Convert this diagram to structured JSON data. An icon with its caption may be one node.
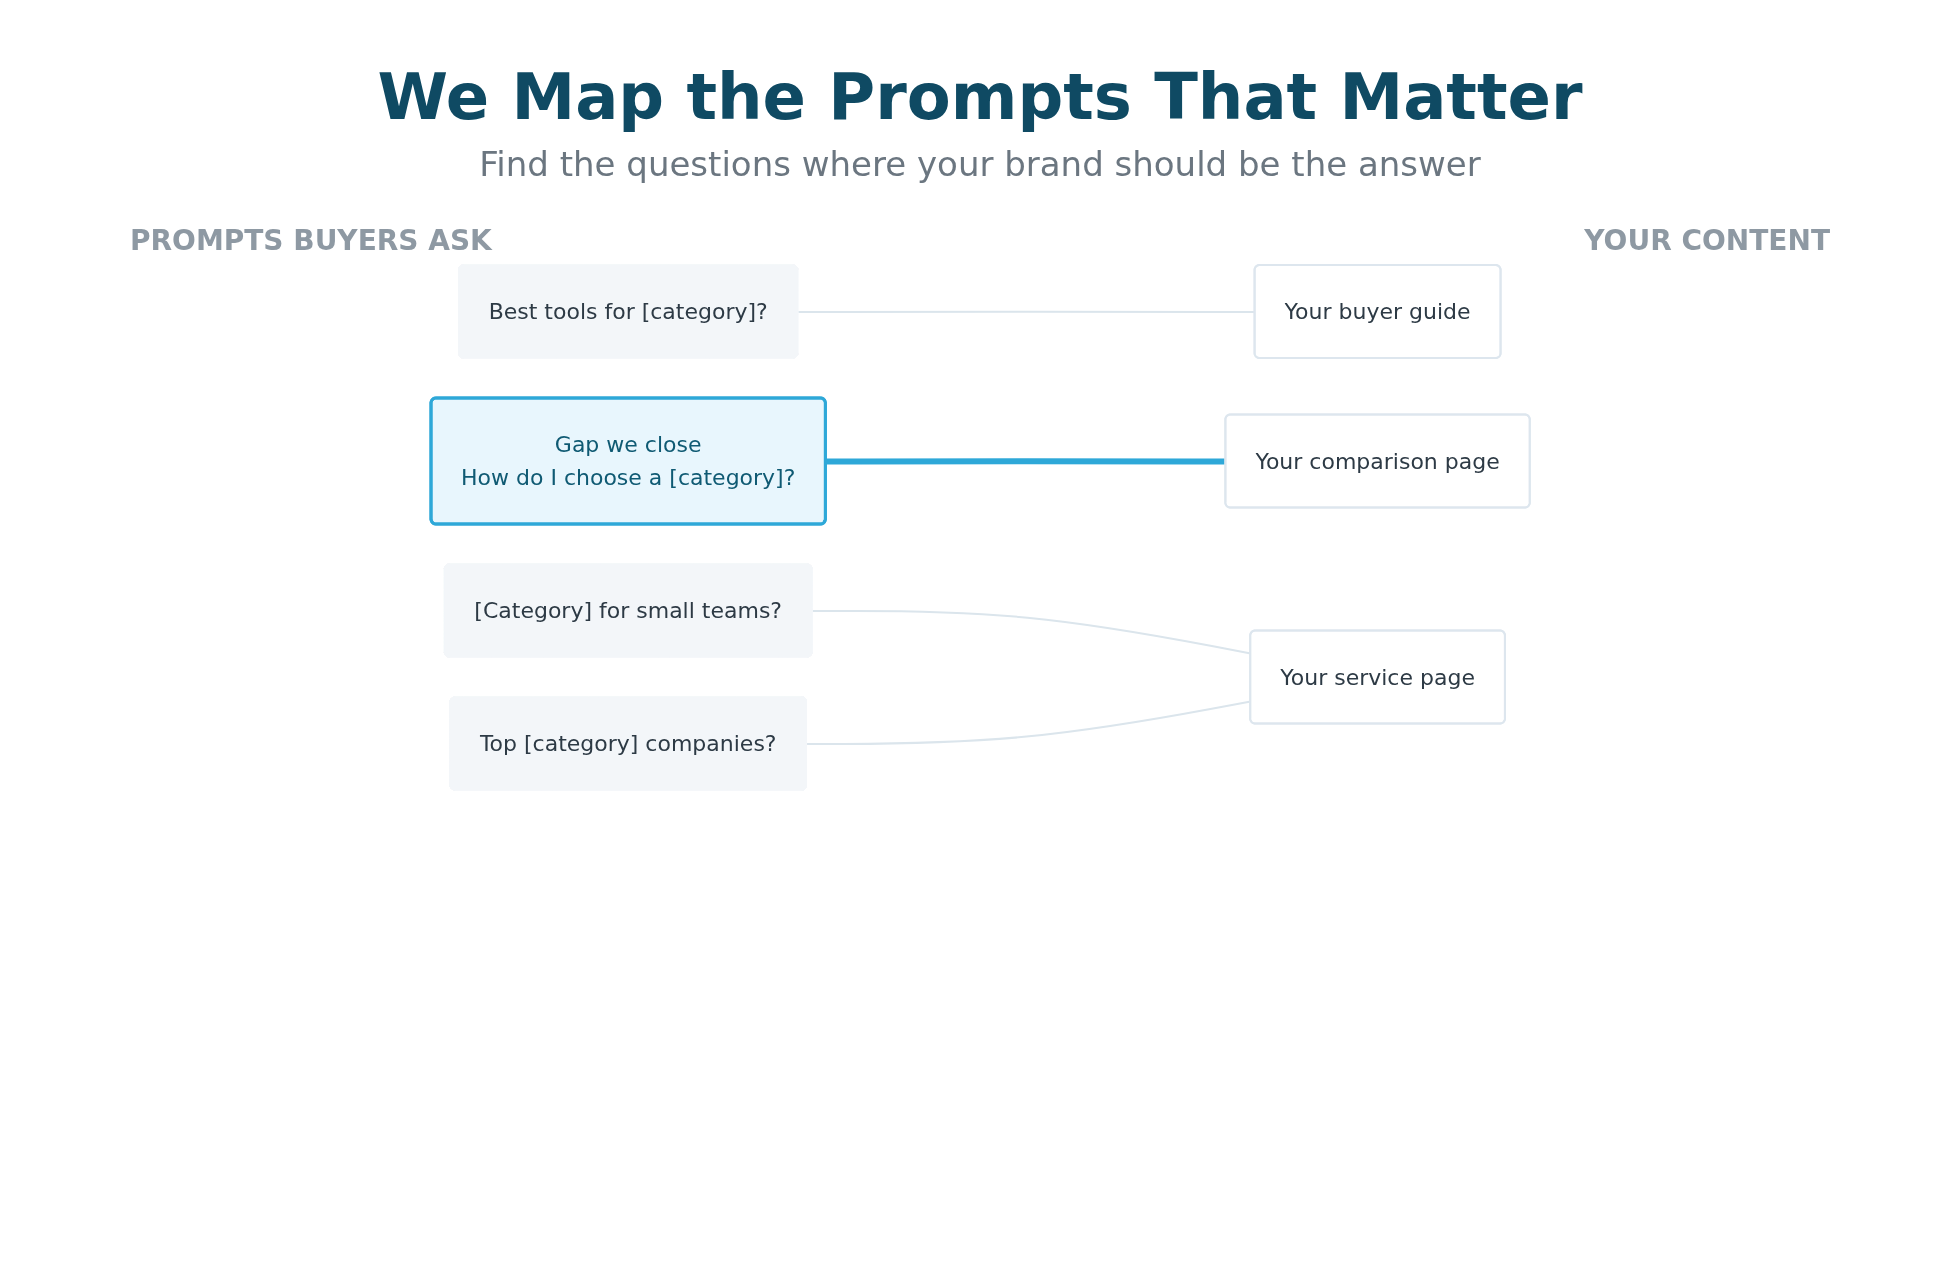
{
  "diagram": {
    "title": "We Map the Prompts That Matter",
    "nodes": [
      {
        "text": [
          "Best tools for [category]?"
        ]
      },
      {
        "text": [
          "Gap we close",
          "How do I choose a [category]?"
        ]
      },
      {
        "text": [
          "[Category] for small teams?"
        ]
      },
      {
        "text": [
          "Top [category] companies?"
        ]
      },
      {
        "text": [
          "Your buyer guide"
        ]
      },
      {
        "text": [
          "Your comparison page"
        ]
      },
      {
        "text": [
          "Your service page"
        ]
      }
    ],
    "edges": [
      {
        "from": 0,
        "to": 4,
        "arrow": "none"
      },
      {
        "from": 1,
        "to": 5,
        "arrow": "none",
        "style": "thick",
        "color": "#2ea8d8"
      },
      {
        "from": 2,
        "to": 6,
        "arrow": "none"
      },
      {
        "from": 3,
        "to": 6,
        "arrow": "none"
      }
    ],
    "labels": [
      "Find the questions where your brand should be the answer",
      "PROMPTS BUYERS ASK",
      "YOUR CONTENT"
    ]
  }
}
